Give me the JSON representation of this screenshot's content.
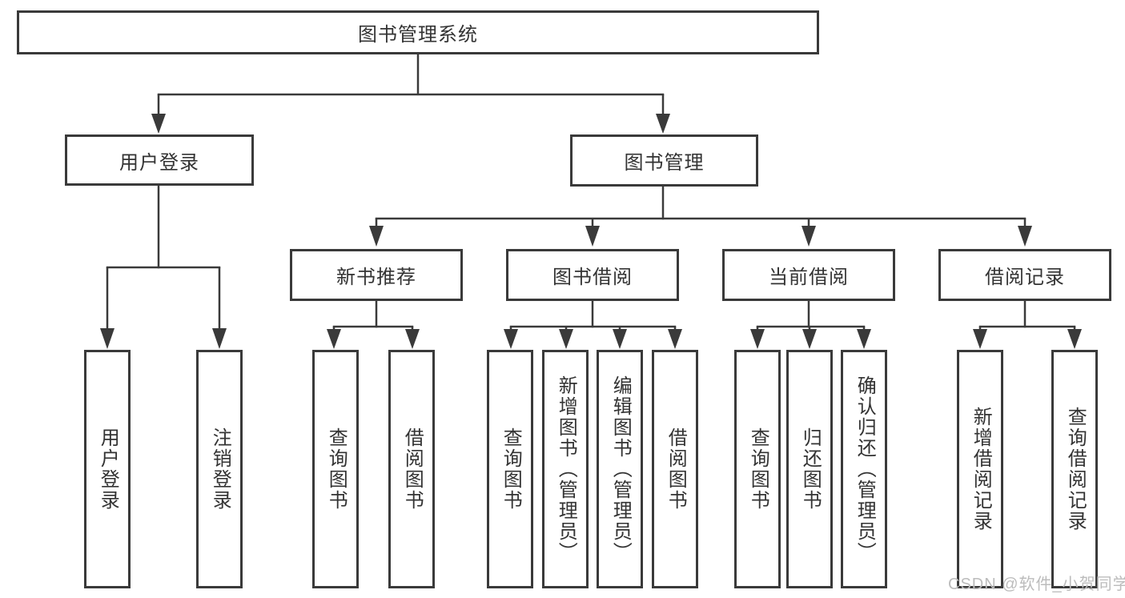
{
  "diagram": {
    "title": "图书管理系统",
    "root": {
      "label": "图书管理系统"
    },
    "level2": [
      {
        "label": "用户登录",
        "parent": "图书管理系统"
      },
      {
        "label": "图书管理",
        "parent": "图书管理系统"
      }
    ],
    "level3": [
      {
        "label": "新书推荐",
        "parent": "图书管理"
      },
      {
        "label": "图书借阅",
        "parent": "图书管理"
      },
      {
        "label": "当前借阅",
        "parent": "图书管理"
      },
      {
        "label": "借阅记录",
        "parent": "图书管理"
      }
    ],
    "leaves": [
      {
        "label": "用户登录",
        "parent": "用户登录"
      },
      {
        "label": "注销登录",
        "parent": "用户登录"
      },
      {
        "label": "查询图书",
        "parent": "新书推荐"
      },
      {
        "label": "借阅图书",
        "parent": "新书推荐"
      },
      {
        "label": "查询图书",
        "parent": "图书借阅"
      },
      {
        "label": "新增图书（管理员）",
        "parent": "图书借阅"
      },
      {
        "label": "编辑图书（管理员）",
        "parent": "图书借阅"
      },
      {
        "label": "借阅图书",
        "parent": "图书借阅"
      },
      {
        "label": "查询图书",
        "parent": "当前借阅"
      },
      {
        "label": "归还图书",
        "parent": "当前借阅"
      },
      {
        "label": "确认归还（管理员）",
        "parent": "当前借阅"
      },
      {
        "label": "新增借阅记录",
        "parent": "借阅记录"
      },
      {
        "label": "查询借阅记录",
        "parent": "借阅记录"
      }
    ]
  },
  "watermark": {
    "text": "CSDN @软件_小贺同学"
  },
  "colors": {
    "line": "#3a3a3a",
    "text": "#333333",
    "box_fill": "#ffffff",
    "watermark": "#bcbcbc",
    "background": "#ffffff"
  }
}
